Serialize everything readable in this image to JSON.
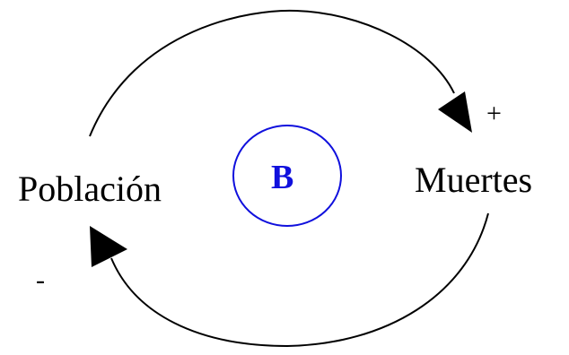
{
  "diagram": {
    "nodes": [
      {
        "id": "poblacion",
        "label": "Población"
      },
      {
        "id": "muertes",
        "label": "Muertes"
      }
    ],
    "links": [
      {
        "from": "poblacion",
        "to": "muertes",
        "polarity": "+"
      },
      {
        "from": "muertes",
        "to": "poblacion",
        "polarity": "-"
      }
    ],
    "loop": {
      "label": "B",
      "color": "#1010dd"
    },
    "colors": {
      "line": "#000000",
      "text": "#000000"
    }
  }
}
